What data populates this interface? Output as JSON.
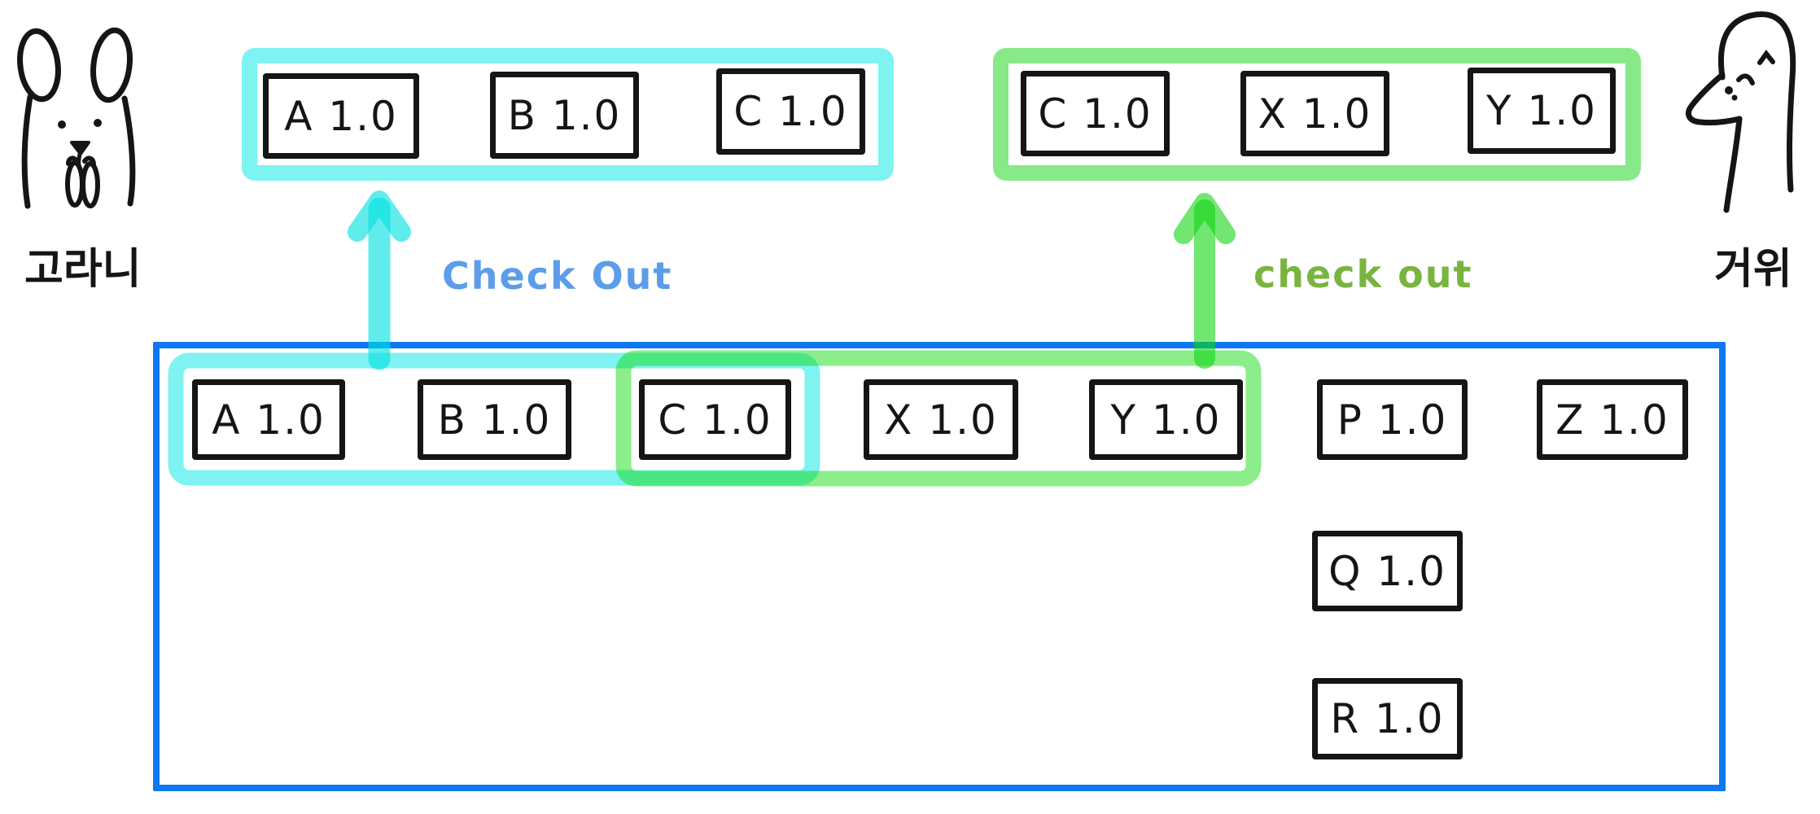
{
  "characters": {
    "left": {
      "name": "고라니"
    },
    "right": {
      "name": "거위"
    }
  },
  "actions": {
    "left": {
      "label": "Check Out"
    },
    "right": {
      "label": "check out"
    }
  },
  "workspace_left": {
    "packages": [
      "A 1.0",
      "B 1.0",
      "C 1.0"
    ]
  },
  "workspace_right": {
    "packages": [
      "C 1.0",
      "X 1.0",
      "Y 1.0"
    ]
  },
  "repository": {
    "row_packages": [
      "A 1.0",
      "B 1.0",
      "C 1.0",
      "X 1.0",
      "Y 1.0",
      "P 1.0",
      "Z 1.0"
    ],
    "stack_packages": [
      "Q 1.0",
      "R 1.0"
    ]
  },
  "colors": {
    "workspace_left_accent": "#7ff2f2",
    "workspace_right_accent": "#88e988",
    "repository_border": "#0d78f0",
    "checkout_left_text": "#5c9de9",
    "checkout_right_text": "#7ab440",
    "arrow_left": "#25e8e8",
    "arrow_right": "#2fd92f",
    "highlight_overlap": "#49e784",
    "package_border": "#151515"
  }
}
